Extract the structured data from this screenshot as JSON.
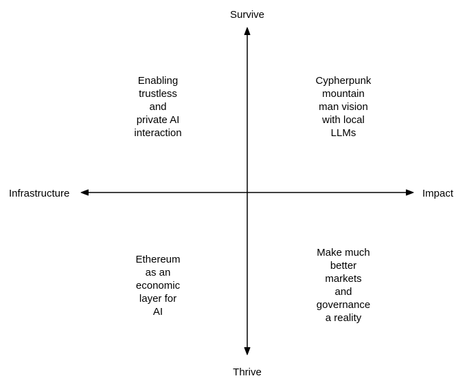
{
  "axes": {
    "top": "Survive",
    "bottom": "Thrive",
    "left": "Infrastructure",
    "right": "Impact"
  },
  "quadrants": {
    "top_left": "Enabling\ntrustless\nand\nprivate AI\ninteraction",
    "top_right": "Cypherpunk\nmountain\nman vision\nwith local\nLLMs",
    "bottom_left": "Ethereum\nas an\neconomic\nlayer for\nAI",
    "bottom_right": "Make much\nbetter\nmarkets\nand\ngovernance\na reality"
  },
  "colors": {
    "background": "#ffffff",
    "line": "#000000",
    "text": "#000000"
  }
}
